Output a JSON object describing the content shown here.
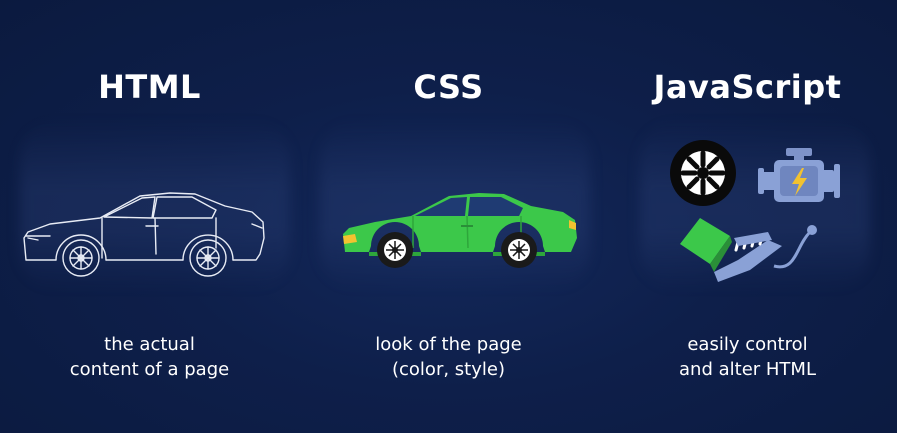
{
  "columns": [
    {
      "title": "HTML",
      "desc_line1": "the actual",
      "desc_line2": "content of a page",
      "illustration": "car-outline"
    },
    {
      "title": "CSS",
      "desc_line1": "look of the page",
      "desc_line2": "(color, style)",
      "illustration": "car-colored"
    },
    {
      "title": "JavaScript",
      "desc_line1": "easily control",
      "desc_line2": "and alter HTML",
      "illustration": "car-parts"
    }
  ],
  "colors": {
    "background": "#0e1f4a",
    "car_green": "#3cc84a",
    "engine_blue": "#8aa1d6",
    "bolt_yellow": "#f2c230",
    "text": "#ffffff"
  }
}
